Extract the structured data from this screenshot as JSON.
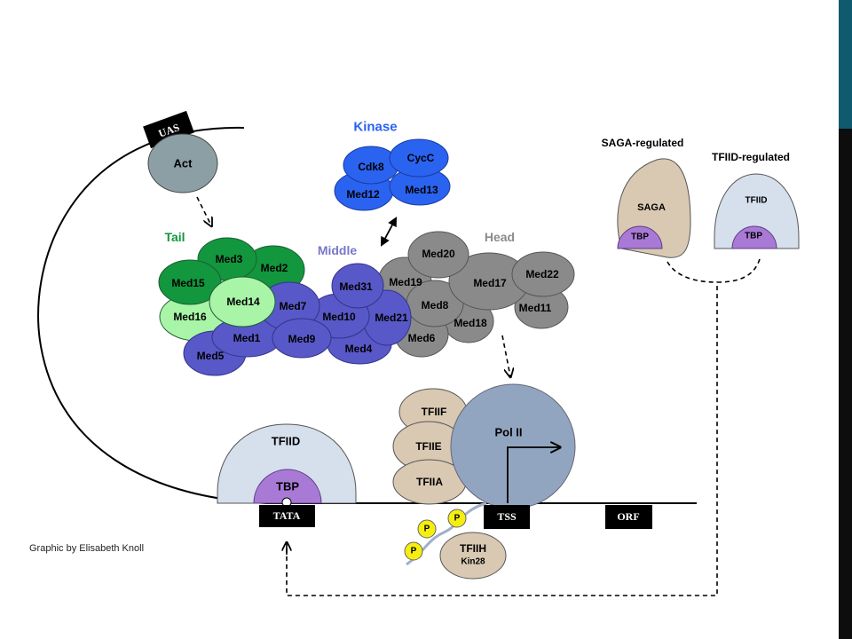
{
  "sidebar": {
    "accent_color": "#0f5a6e",
    "dark_color": "#0d0d0d"
  },
  "dna": {
    "uas_label": "UAS",
    "tata_label": "TATA",
    "tss_label": "TSS",
    "orf_label": "ORF"
  },
  "activator": {
    "label": "Act",
    "color": "#8c9fa5"
  },
  "kinase": {
    "title": "Kinase",
    "color": "#2a63f0",
    "subunits": [
      "Cdk8",
      "CycC",
      "Med12",
      "Med13"
    ]
  },
  "tail": {
    "title": "Tail",
    "title_color": "#12963e",
    "subunits": [
      "Med3",
      "Med2",
      "Med15",
      "Med16",
      "Med14"
    ]
  },
  "middle": {
    "title": "Middle",
    "title_color": "#7777cc",
    "subunits": [
      "Med7",
      "Med31",
      "Med10",
      "Med21",
      "Med1",
      "Med9",
      "Med4",
      "Med5"
    ]
  },
  "head": {
    "title": "Head",
    "title_color": "#8a8a8a",
    "subunits": [
      "Med20",
      "Med19",
      "Med17",
      "Med22",
      "Med8",
      "Med11",
      "Med18",
      "Med6"
    ]
  },
  "gtfs": {
    "tfiif": "TFIIF",
    "tfiie": "TFIIE",
    "tfiia": "TFIIA",
    "pol2": "Pol II",
    "tfiih": "TFIIH",
    "kin28": "Kin28",
    "phospho": "P",
    "promoter_tfiid": "TFIID",
    "promoter_tbp": "TBP"
  },
  "inset": {
    "saga_title": "SAGA-regulated",
    "saga_label": "SAGA",
    "saga_tbp": "TBP",
    "tfiid_title": "TFIID-regulated",
    "tfiid_label": "TFIID",
    "tfiid_tbp": "TBP"
  },
  "credit": "Graphic by Elisabeth Knoll"
}
